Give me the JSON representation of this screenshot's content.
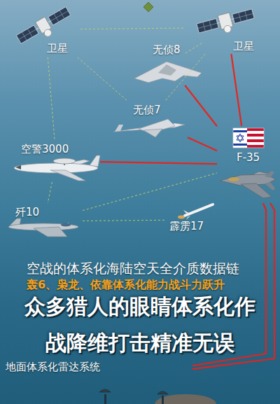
{
  "diagram": {
    "nodes": [
      {
        "text": [
          "卫星"
        ]
      },
      {
        "text": [
          "无侦8"
        ]
      },
      {
        "text": [
          "卫星"
        ]
      },
      {
        "text": [
          "无侦7"
        ]
      },
      {
        "text": [
          "空警3000"
        ]
      },
      {
        "text": [
          "F-35"
        ]
      },
      {
        "text": [
          "歼10"
        ]
      },
      {
        "text": [
          "霹雳17"
        ]
      },
      {
        "text": [
          "地面体系化雷达系统"
        ]
      }
    ],
    "edges": [
      {
        "from": 5,
        "to": 2,
        "arrow": "none"
      },
      {
        "from": 5,
        "to": 1,
        "arrow": "none"
      },
      {
        "from": 5,
        "to": 3,
        "arrow": "none"
      },
      {
        "from": 5,
        "to": 4,
        "arrow": "none"
      },
      {
        "from": 5,
        "to": 8,
        "arrow": "none"
      },
      {
        "from": 5,
        "to": 8,
        "arrow": "none"
      },
      {
        "from": 0,
        "to": 2,
        "arrow": "none"
      },
      {
        "from": 0,
        "to": 4,
        "arrow": "none"
      },
      {
        "from": 0,
        "to": 3,
        "arrow": "none"
      },
      {
        "from": 2,
        "to": 3,
        "arrow": "none"
      },
      {
        "from": 2,
        "to": 1,
        "arrow": "none"
      },
      {
        "from": 4,
        "to": 6,
        "arrow": "none"
      },
      {
        "from": 6,
        "to": 7,
        "arrow": "none"
      },
      {
        "from": 6,
        "to": 5,
        "arrow": "none"
      }
    ],
    "labels": [
      "空战的体系化海陆空天全介质数据链",
      "轰6、枭龙、依靠体系化能力战斗力跃升",
      "众多猎人的眼睛体系化作 战降维打击精准无误"
    ]
  }
}
